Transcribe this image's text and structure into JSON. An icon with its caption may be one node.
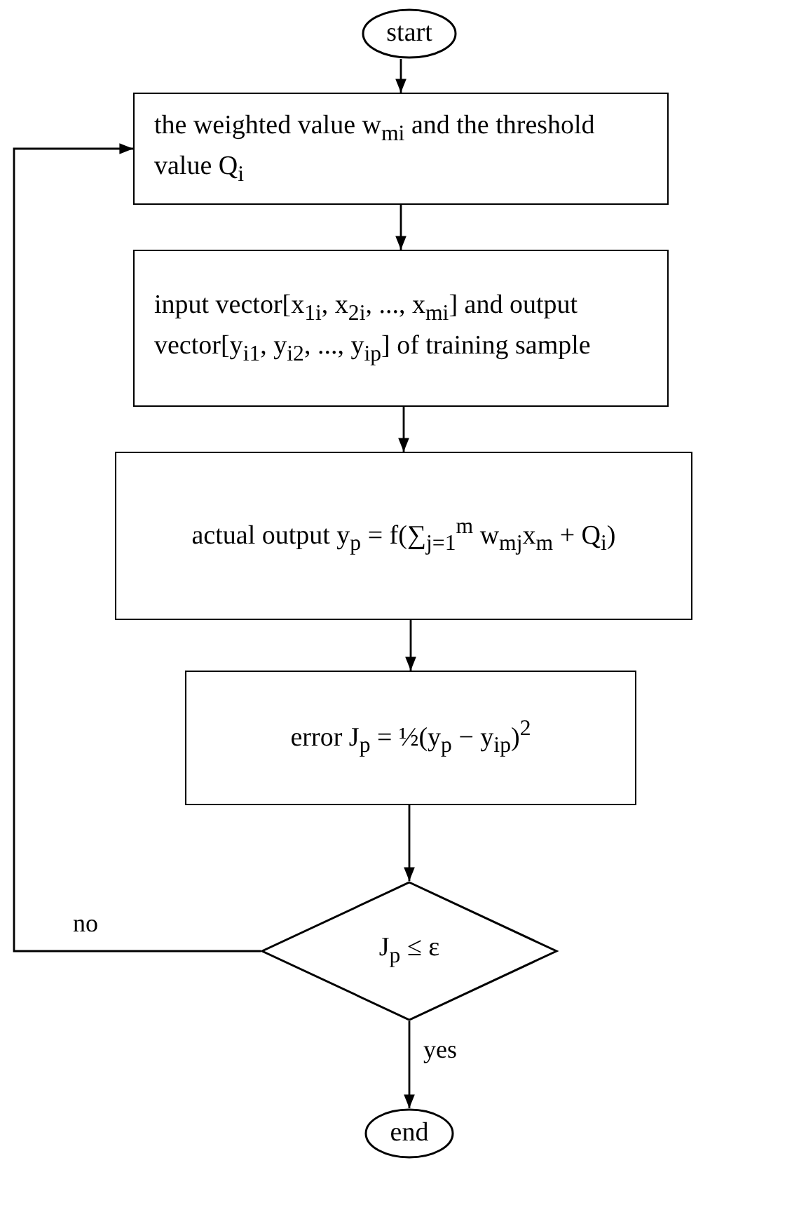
{
  "diagram": {
    "nodes": [
      {
        "text": [
          "start"
        ]
      },
      {
        "text": [
          "the weighted value w$_{mi}$ and the threshold value Q$_{i}$"
        ]
      },
      {
        "text": [
          "input vector[x$_{1i}$, x$_{2i}$, ..., x$_{mi}$] and output vector[y$_{i1}$, y$_{i2}$, ..., y$_{ip}$] of training sample"
        ]
      },
      {
        "text": [
          "actual output    y$_{p}$ = f(∑$_{j=1}$$^{m}$ w$_{mj}$x$_{m}$ + Q$_{i}$)"
        ]
      },
      {
        "text": [
          "error    J$_{p}$ = ½(y$_{p}$ − y$_{ip}$)$^{2}$"
        ]
      },
      {
        "text": [
          "J$_{p}$ ≤ ε"
        ]
      },
      {
        "text": [
          "end"
        ]
      }
    ],
    "edges": [
      {
        "from": 0,
        "to": 1,
        "arrow": "to"
      },
      {
        "from": 1,
        "to": 2,
        "arrow": "to"
      },
      {
        "from": 2,
        "to": 3,
        "arrow": "to"
      },
      {
        "from": 3,
        "to": 4,
        "arrow": "to"
      },
      {
        "from": 4,
        "to": 5,
        "arrow": "to"
      },
      {
        "from": 5,
        "to": 1,
        "arrow": "to",
        "label": "no"
      },
      {
        "from": 5,
        "to": 6,
        "arrow": "to",
        "label": "yes"
      }
    ]
  }
}
